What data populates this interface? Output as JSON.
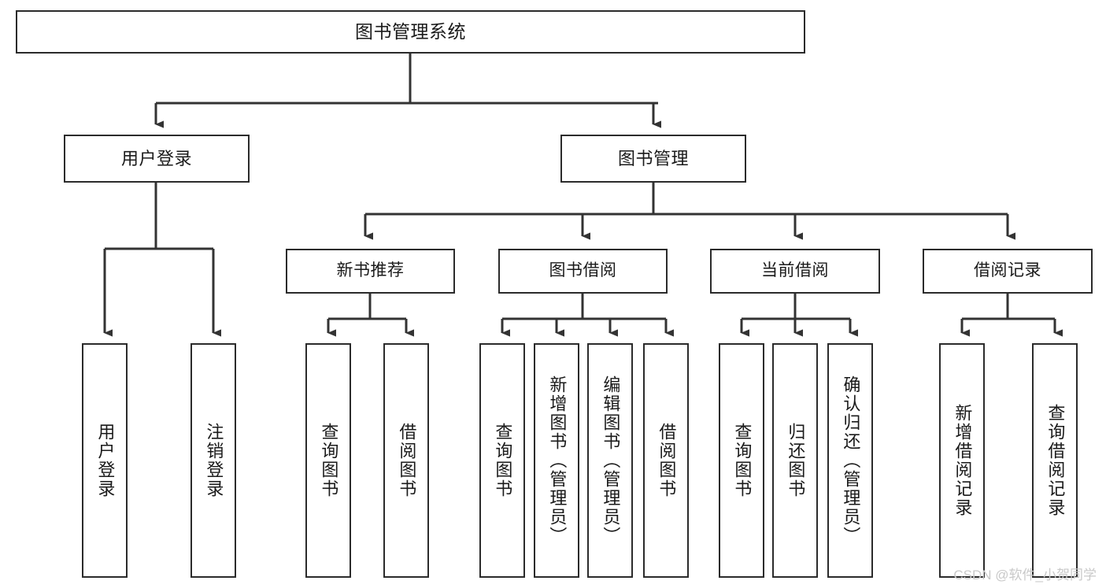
{
  "diagram": {
    "type": "tree-hierarchy-chart",
    "title": "图书管理系统",
    "colors": {
      "background": "#ffffff",
      "border": "#2b2b2b",
      "line": "#333333",
      "text": "#1a1a1a",
      "watermark": "#c9c9c9"
    },
    "root": {
      "id": "root",
      "label": "图书管理系统"
    },
    "level2": [
      {
        "id": "user-login",
        "label": "用户登录"
      },
      {
        "id": "book-manage",
        "label": "图书管理"
      }
    ],
    "level3": [
      {
        "id": "new-book-recommend",
        "label": "新书推荐"
      },
      {
        "id": "book-borrow",
        "label": "图书借阅"
      },
      {
        "id": "current-borrow",
        "label": "当前借阅"
      },
      {
        "id": "borrow-record",
        "label": "借阅记录"
      }
    ],
    "leaves": [
      {
        "id": "leaf-user-login",
        "parent": "user-login",
        "label": "用户登录"
      },
      {
        "id": "leaf-logout",
        "parent": "user-login",
        "label": "注销登录"
      },
      {
        "id": "leaf-query-book-1",
        "parent": "new-book-recommend",
        "label": "查询图书"
      },
      {
        "id": "leaf-borrow-book-1",
        "parent": "new-book-recommend",
        "label": "借阅图书"
      },
      {
        "id": "leaf-query-book-2",
        "parent": "book-borrow",
        "label": "查询图书"
      },
      {
        "id": "leaf-add-book",
        "parent": "book-borrow",
        "label": "新增图书（管理员）"
      },
      {
        "id": "leaf-edit-book",
        "parent": "book-borrow",
        "label": "编辑图书（管理员）"
      },
      {
        "id": "leaf-borrow-book-2",
        "parent": "book-borrow",
        "label": "借阅图书"
      },
      {
        "id": "leaf-query-book-3",
        "parent": "current-borrow",
        "label": "查询图书"
      },
      {
        "id": "leaf-return-book",
        "parent": "current-borrow",
        "label": "归还图书"
      },
      {
        "id": "leaf-confirm-return",
        "parent": "current-borrow",
        "label": "确认归还（管理员）"
      },
      {
        "id": "leaf-add-record",
        "parent": "borrow-record",
        "label": "新增借阅记录"
      },
      {
        "id": "leaf-query-record",
        "parent": "borrow-record",
        "label": "查询借阅记录"
      }
    ]
  },
  "watermark": {
    "text": "CSDN @软件_小贺同学"
  }
}
